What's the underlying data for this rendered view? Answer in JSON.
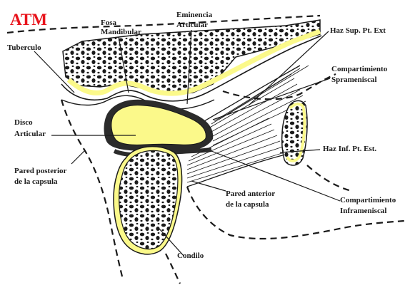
{
  "title": "ATM",
  "colors": {
    "title": "#e8131b",
    "cartilage": "#fbf98a",
    "bone_spots": "#1a1a1a",
    "outline": "#1a1a1a",
    "background": "#ffffff"
  },
  "labels": {
    "tuberculo": "Tuberculo",
    "fosa": [
      "Fosa",
      "Mandibular"
    ],
    "eminencia": [
      "Eminencia",
      "Articular"
    ],
    "haz_sup": "Haz Sup. Pt. Ext",
    "comp_supra": [
      "Compartimiento",
      "Sprameniscal"
    ],
    "disco": [
      "Disco",
      "Articular"
    ],
    "haz_inf": "Haz Inf. Pt. Est.",
    "pared_posterior": [
      "Pared posterior",
      "de la capsula"
    ],
    "pared_anterior": [
      "Pared anterior",
      "de la capsula"
    ],
    "comp_infra": [
      "Compartimiento",
      "Inframeniscal"
    ],
    "condilo": "Condilo"
  }
}
